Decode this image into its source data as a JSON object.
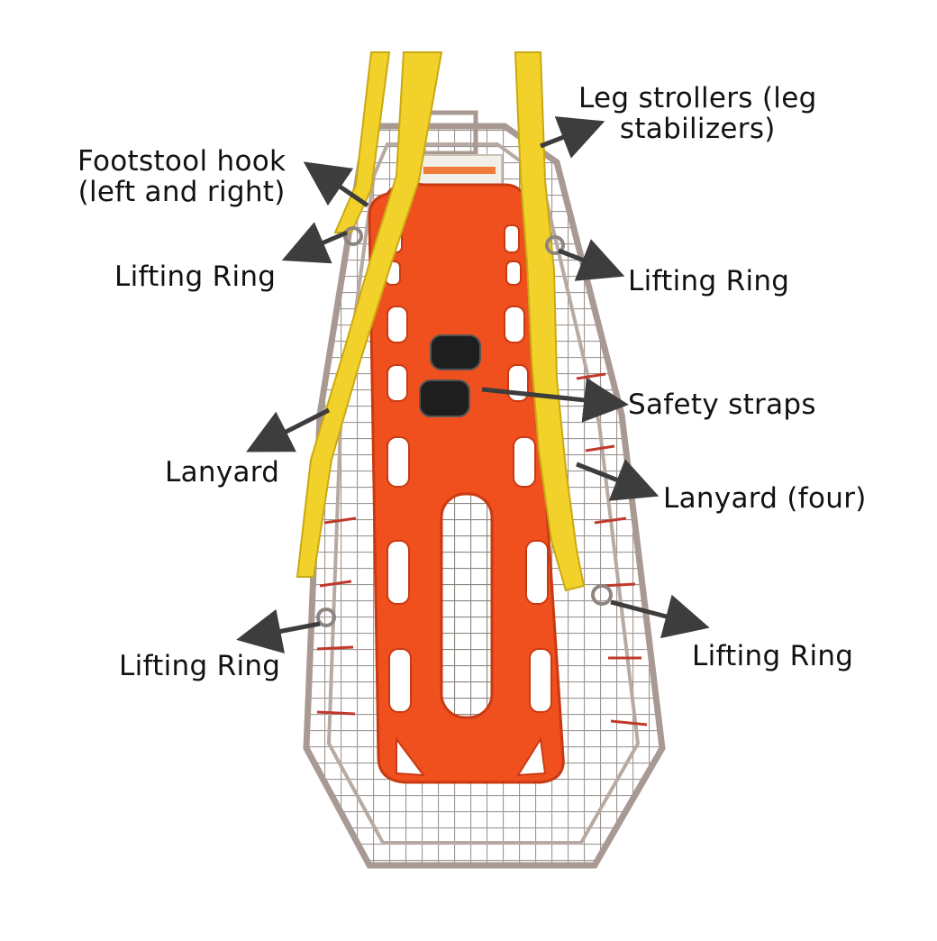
{
  "callouts": {
    "leg_strollers": {
      "line1": "Leg strollers (leg",
      "line2": "stabilizers)"
    },
    "footstool_hook": {
      "line1": "Footstool hook",
      "line2": "(left and right)"
    },
    "lifting_ring_top_left": "Lifting Ring",
    "lifting_ring_top_right": "Lifting Ring",
    "safety_straps": "Safety straps",
    "lanyard": "Lanyard",
    "lanyard_four": "Lanyard (four)",
    "lifting_ring_bottom_left": "Lifting Ring",
    "lifting_ring_bottom_right": "Lifting Ring"
  },
  "colors": {
    "board": "#f0501e",
    "board_dark": "#c93a12",
    "strap": "#f2d22a",
    "strap_dark": "#c9a914",
    "frame": "#a89a92",
    "mesh": "#8d8580",
    "arrow": "#3d3d3d",
    "rope": "#c0392b"
  }
}
